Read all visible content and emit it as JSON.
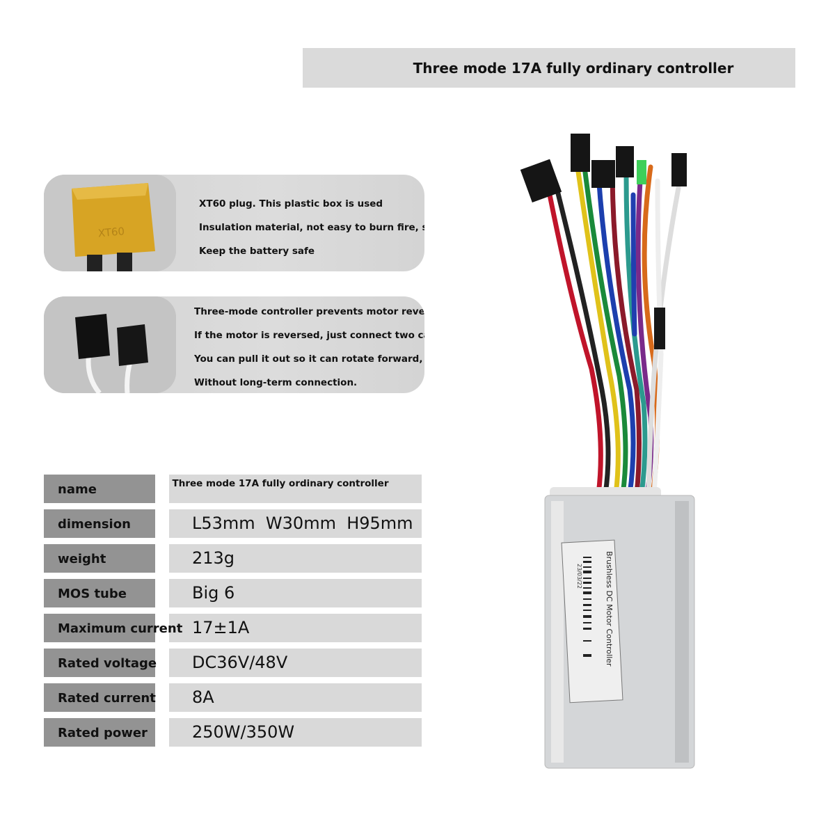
{
  "header": {
    "title": "Three mode 17A fully ordinary controller"
  },
  "features": [
    {
      "image": "xt60-plug-photo",
      "image_text": "XT60",
      "lines": [
        "XT60 plug. This plastic box is used",
        "Insulation material, not easy to burn fire, sure",
        "Keep the battery safe"
      ]
    },
    {
      "image": "connector-plugs-photo",
      "lines": [
        "Three-mode controller prevents motor reversal,",
        "If the motor is reversed, just connect two cables",
        "You can pull it out so it can rotate forward,",
        "Without long-term connection."
      ]
    }
  ],
  "specs": [
    {
      "label": "name",
      "value": "Three mode 17A fully ordinary controller"
    },
    {
      "label": "dimension",
      "value": "L53mm  W30mm  H95mm"
    },
    {
      "label": "weight",
      "value": "213g"
    },
    {
      "label": "MOS tube",
      "value": "Big 6"
    },
    {
      "label": "Maximum current",
      "value": "17±1A"
    },
    {
      "label": "Rated voltage",
      "value": "DC36V/48V"
    },
    {
      "label": "Rated current",
      "value": "8A"
    },
    {
      "label": "Rated power",
      "value": "250W/350W"
    }
  ],
  "product": {
    "label_title": "Brushless DC Motor Controller",
    "label_date": "23/03/22"
  },
  "colors": {
    "title_bg": "#dadada",
    "label_bg": "#939393",
    "value_bg": "#d9d9d9",
    "xt60": "#d9a520"
  }
}
